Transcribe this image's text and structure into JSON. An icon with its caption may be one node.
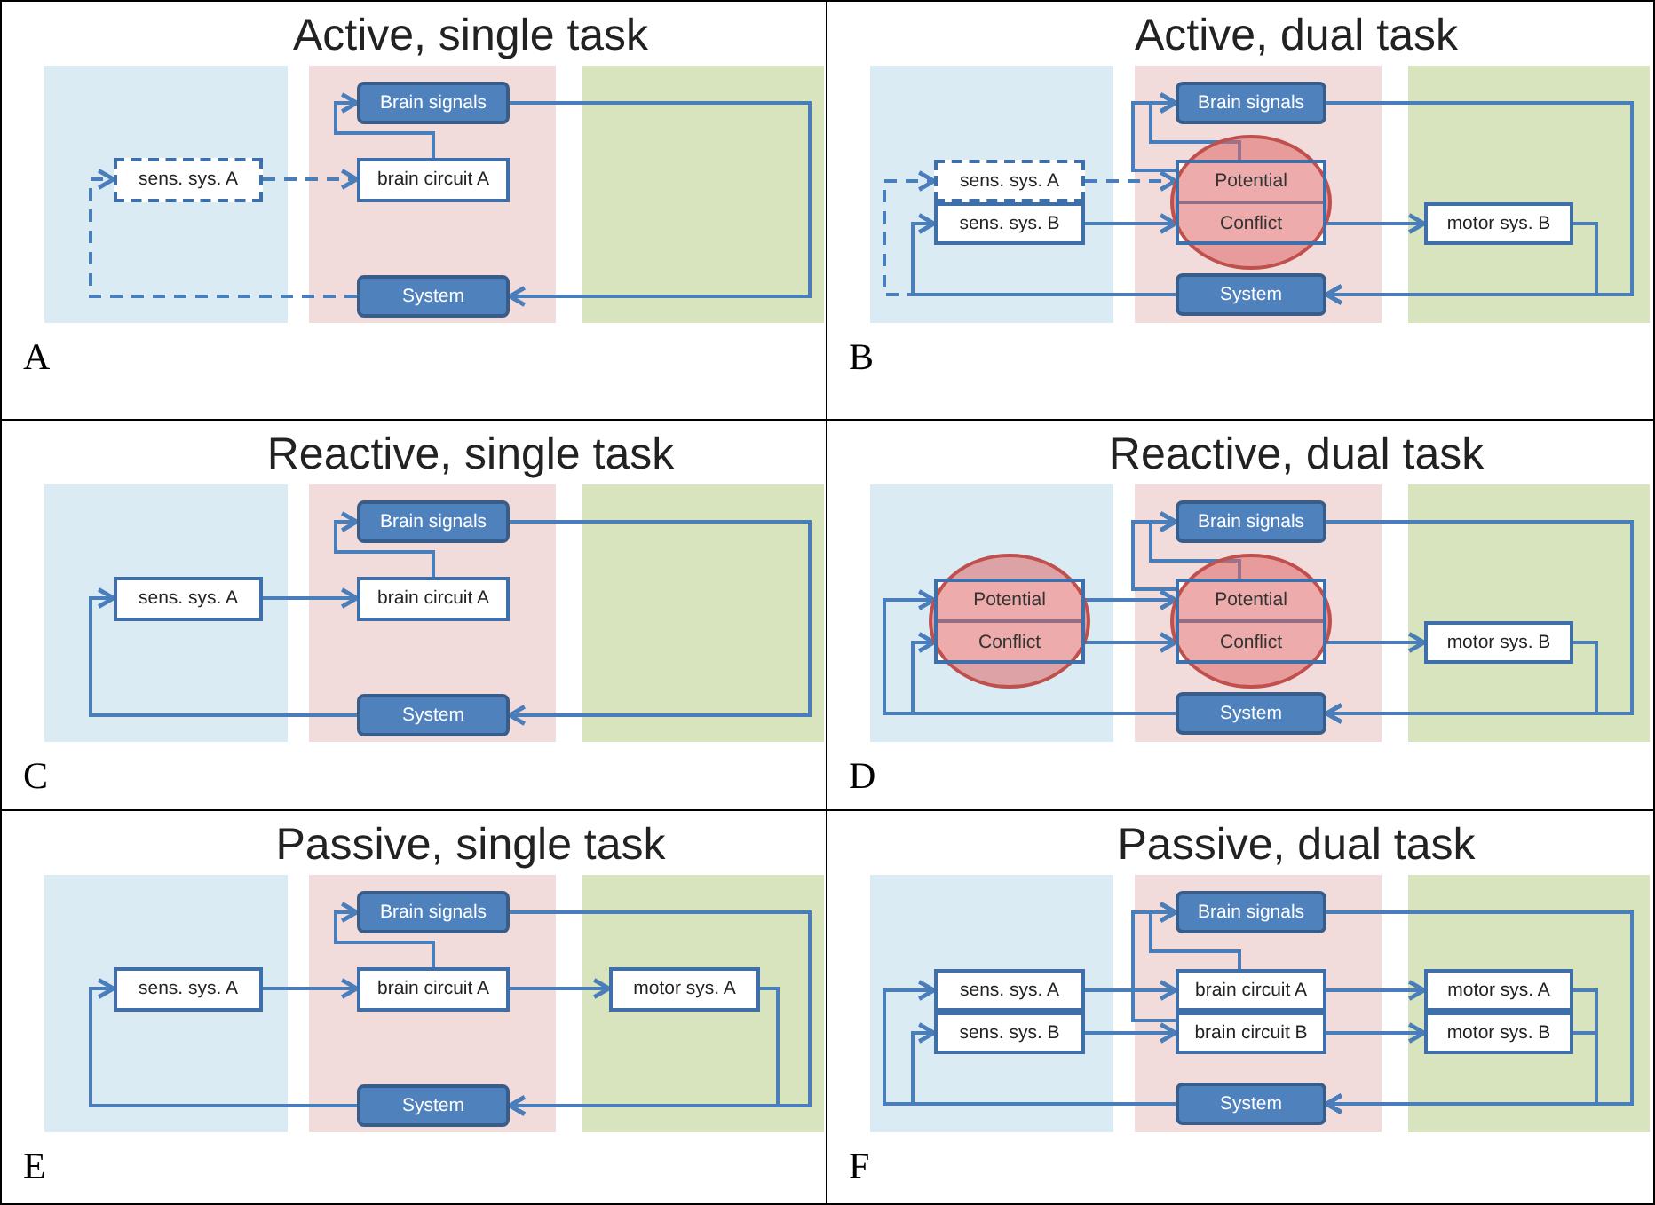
{
  "diagram": {
    "nodes": [
      {
        "text": [
          "Active, single task",
          "A"
        ]
      },
      {
        "text": [
          "Brain signals"
        ],
        "in": 0
      },
      {
        "text": [
          "sens. sys. A"
        ],
        "in": 0
      },
      {
        "text": [
          "brain circuit A"
        ],
        "in": 0
      },
      {
        "text": [
          "System"
        ],
        "in": 0
      },
      {
        "text": [
          "Active, dual task",
          "B"
        ]
      },
      {
        "text": [
          "Brain signals"
        ],
        "in": 5
      },
      {
        "text": [
          "sens. sys. A"
        ],
        "in": 5
      },
      {
        "text": [
          "Potential Conflict"
        ],
        "in": 5
      },
      {
        "text": [
          "sens. sys. B"
        ],
        "in": 5
      },
      {
        "text": [
          "motor sys. B"
        ],
        "in": 5
      },
      {
        "text": [
          "System"
        ],
        "in": 5
      },
      {
        "text": [
          "Reactive, single task",
          "C"
        ]
      },
      {
        "text": [
          "Brain signals"
        ],
        "in": 12
      },
      {
        "text": [
          "sens. sys. A"
        ],
        "in": 12
      },
      {
        "text": [
          "brain circuit A"
        ],
        "in": 12
      },
      {
        "text": [
          "System"
        ],
        "in": 12
      },
      {
        "text": [
          "Reactive, dual task",
          "D"
        ]
      },
      {
        "text": [
          "Brain signals"
        ],
        "in": 17
      },
      {
        "text": [
          "Potential Conflict"
        ],
        "in": 17
      },
      {
        "text": [
          "Potential Conflict"
        ],
        "in": 17
      },
      {
        "text": [
          "motor sys. B"
        ],
        "in": 17
      },
      {
        "text": [
          "System"
        ],
        "in": 17
      },
      {
        "text": [
          "Passive, single task",
          "E"
        ]
      },
      {
        "text": [
          "Brain signals"
        ],
        "in": 23
      },
      {
        "text": [
          "sens. sys. A"
        ],
        "in": 23
      },
      {
        "text": [
          "brain circuit A"
        ],
        "in": 23
      },
      {
        "text": [
          "motor sys. A"
        ],
        "in": 23
      },
      {
        "text": [
          "System"
        ],
        "in": 23
      },
      {
        "text": [
          "Passive, dual task",
          "F"
        ]
      },
      {
        "text": [
          "Brain signals"
        ],
        "in": 29
      },
      {
        "text": [
          "sens. sys. A"
        ],
        "in": 29
      },
      {
        "text": [
          "brain circuit A"
        ],
        "in": 29
      },
      {
        "text": [
          "motor sys. A"
        ],
        "in": 29
      },
      {
        "text": [
          "sens. sys. B"
        ],
        "in": 29
      },
      {
        "text": [
          "brain circuit B"
        ],
        "in": 29
      },
      {
        "text": [
          "motor sys. B"
        ],
        "in": 29
      },
      {
        "text": [
          "System"
        ],
        "in": 29
      }
    ],
    "edges": [
      {
        "from": 2,
        "to": 3,
        "arrow": "to",
        "style": "dashed"
      },
      {
        "from": 3,
        "to": 1,
        "arrow": "to"
      },
      {
        "from": 1,
        "to": 4,
        "arrow": "to"
      },
      {
        "from": 4,
        "to": 2,
        "arrow": "to",
        "style": "dashed"
      },
      {
        "from": 7,
        "to": 8,
        "arrow": "to",
        "style": "dashed"
      },
      {
        "from": 9,
        "to": 8,
        "arrow": "to"
      },
      {
        "from": 8,
        "to": 6,
        "arrow": "to"
      },
      {
        "from": 8,
        "to": 6,
        "arrow": "to"
      },
      {
        "from": 8,
        "to": 10,
        "arrow": "to"
      },
      {
        "from": 10,
        "to": 11,
        "arrow": "to"
      },
      {
        "from": 6,
        "to": 11,
        "arrow": "to"
      },
      {
        "from": 11,
        "to": 9,
        "arrow": "to"
      },
      {
        "from": 11,
        "to": 7,
        "arrow": "to",
        "style": "dashed"
      },
      {
        "from": 14,
        "to": 15,
        "arrow": "to"
      },
      {
        "from": 15,
        "to": 13,
        "arrow": "to"
      },
      {
        "from": 13,
        "to": 16,
        "arrow": "to"
      },
      {
        "from": 16,
        "to": 14,
        "arrow": "to"
      },
      {
        "from": 19,
        "to": 20,
        "arrow": "to"
      },
      {
        "from": 19,
        "to": 20,
        "arrow": "to"
      },
      {
        "from": 20,
        "to": 18,
        "arrow": "to"
      },
      {
        "from": 20,
        "to": 18,
        "arrow": "to"
      },
      {
        "from": 20,
        "to": 21,
        "arrow": "to"
      },
      {
        "from": 21,
        "to": 22,
        "arrow": "to"
      },
      {
        "from": 18,
        "to": 22,
        "arrow": "to"
      },
      {
        "from": 22,
        "to": 19,
        "arrow": "to"
      },
      {
        "from": 22,
        "to": 19,
        "arrow": "to"
      },
      {
        "from": 25,
        "to": 26,
        "arrow": "to"
      },
      {
        "from": 26,
        "to": 24,
        "arrow": "to"
      },
      {
        "from": 26,
        "to": 27,
        "arrow": "to"
      },
      {
        "from": 27,
        "to": 28,
        "arrow": "to"
      },
      {
        "from": 24,
        "to": 28,
        "arrow": "to"
      },
      {
        "from": 28,
        "to": 25,
        "arrow": "to"
      },
      {
        "from": 31,
        "to": 32,
        "arrow": "to"
      },
      {
        "from": 34,
        "to": 35,
        "arrow": "to"
      },
      {
        "from": 32,
        "to": 30,
        "arrow": "to"
      },
      {
        "from": 35,
        "to": 30,
        "arrow": "to"
      },
      {
        "from": 32,
        "to": 33,
        "arrow": "to"
      },
      {
        "from": 35,
        "to": 36,
        "arrow": "to"
      },
      {
        "from": 33,
        "to": 37,
        "arrow": "to"
      },
      {
        "from": 36,
        "to": 37,
        "arrow": "to"
      },
      {
        "from": 30,
        "to": 37,
        "arrow": "to"
      },
      {
        "from": 37,
        "to": 31,
        "arrow": "to"
      },
      {
        "from": 37,
        "to": 34,
        "arrow": "to"
      }
    ]
  }
}
